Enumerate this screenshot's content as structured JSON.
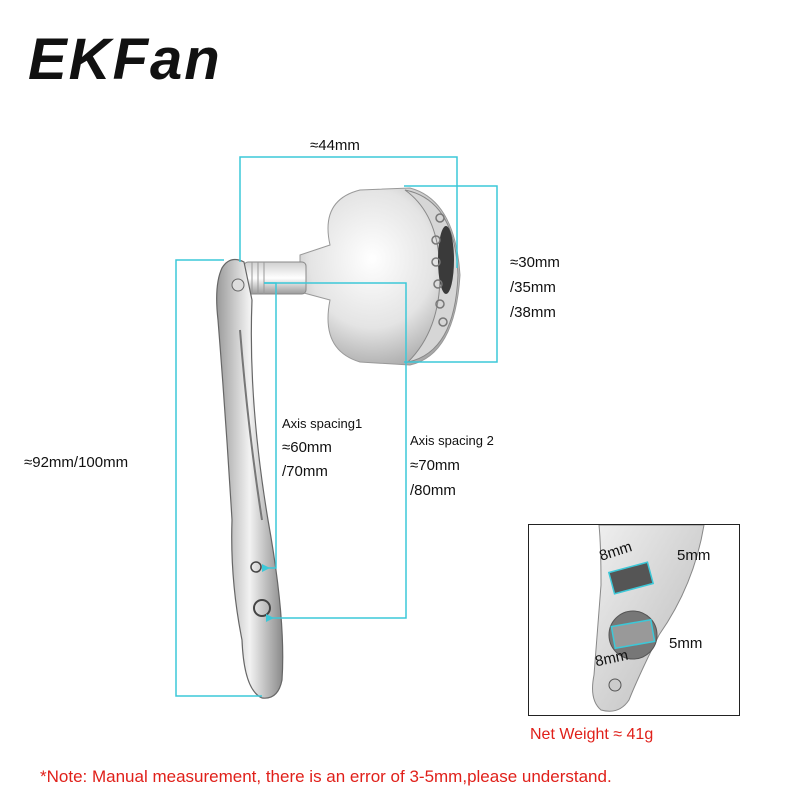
{
  "brand": {
    "logo_text": "EKFan"
  },
  "dimensions": {
    "knob_width": "≈44mm",
    "knob_height_1": "≈30mm",
    "knob_height_2": "/35mm",
    "knob_height_3": "/38mm",
    "total_length": "≈92mm/100mm",
    "axis1_title": "Axis spacing1",
    "axis1_v1": "≈60mm",
    "axis1_v2": "/70mm",
    "axis2_title": "Axis spacing 2",
    "axis2_v1": "≈70mm",
    "axis2_v2": "/80mm"
  },
  "inset": {
    "hole1_w": "8mm",
    "hole1_h": "5mm",
    "hole2_w": "8mm",
    "hole2_h": "5mm"
  },
  "weight": "Net Weight ≈ 41g",
  "note": "*Note: Manual measurement, there is an error of 3-5mm,please understand.",
  "colors": {
    "dimension_line": "#3cc8d8",
    "note_red": "#e0201a"
  }
}
